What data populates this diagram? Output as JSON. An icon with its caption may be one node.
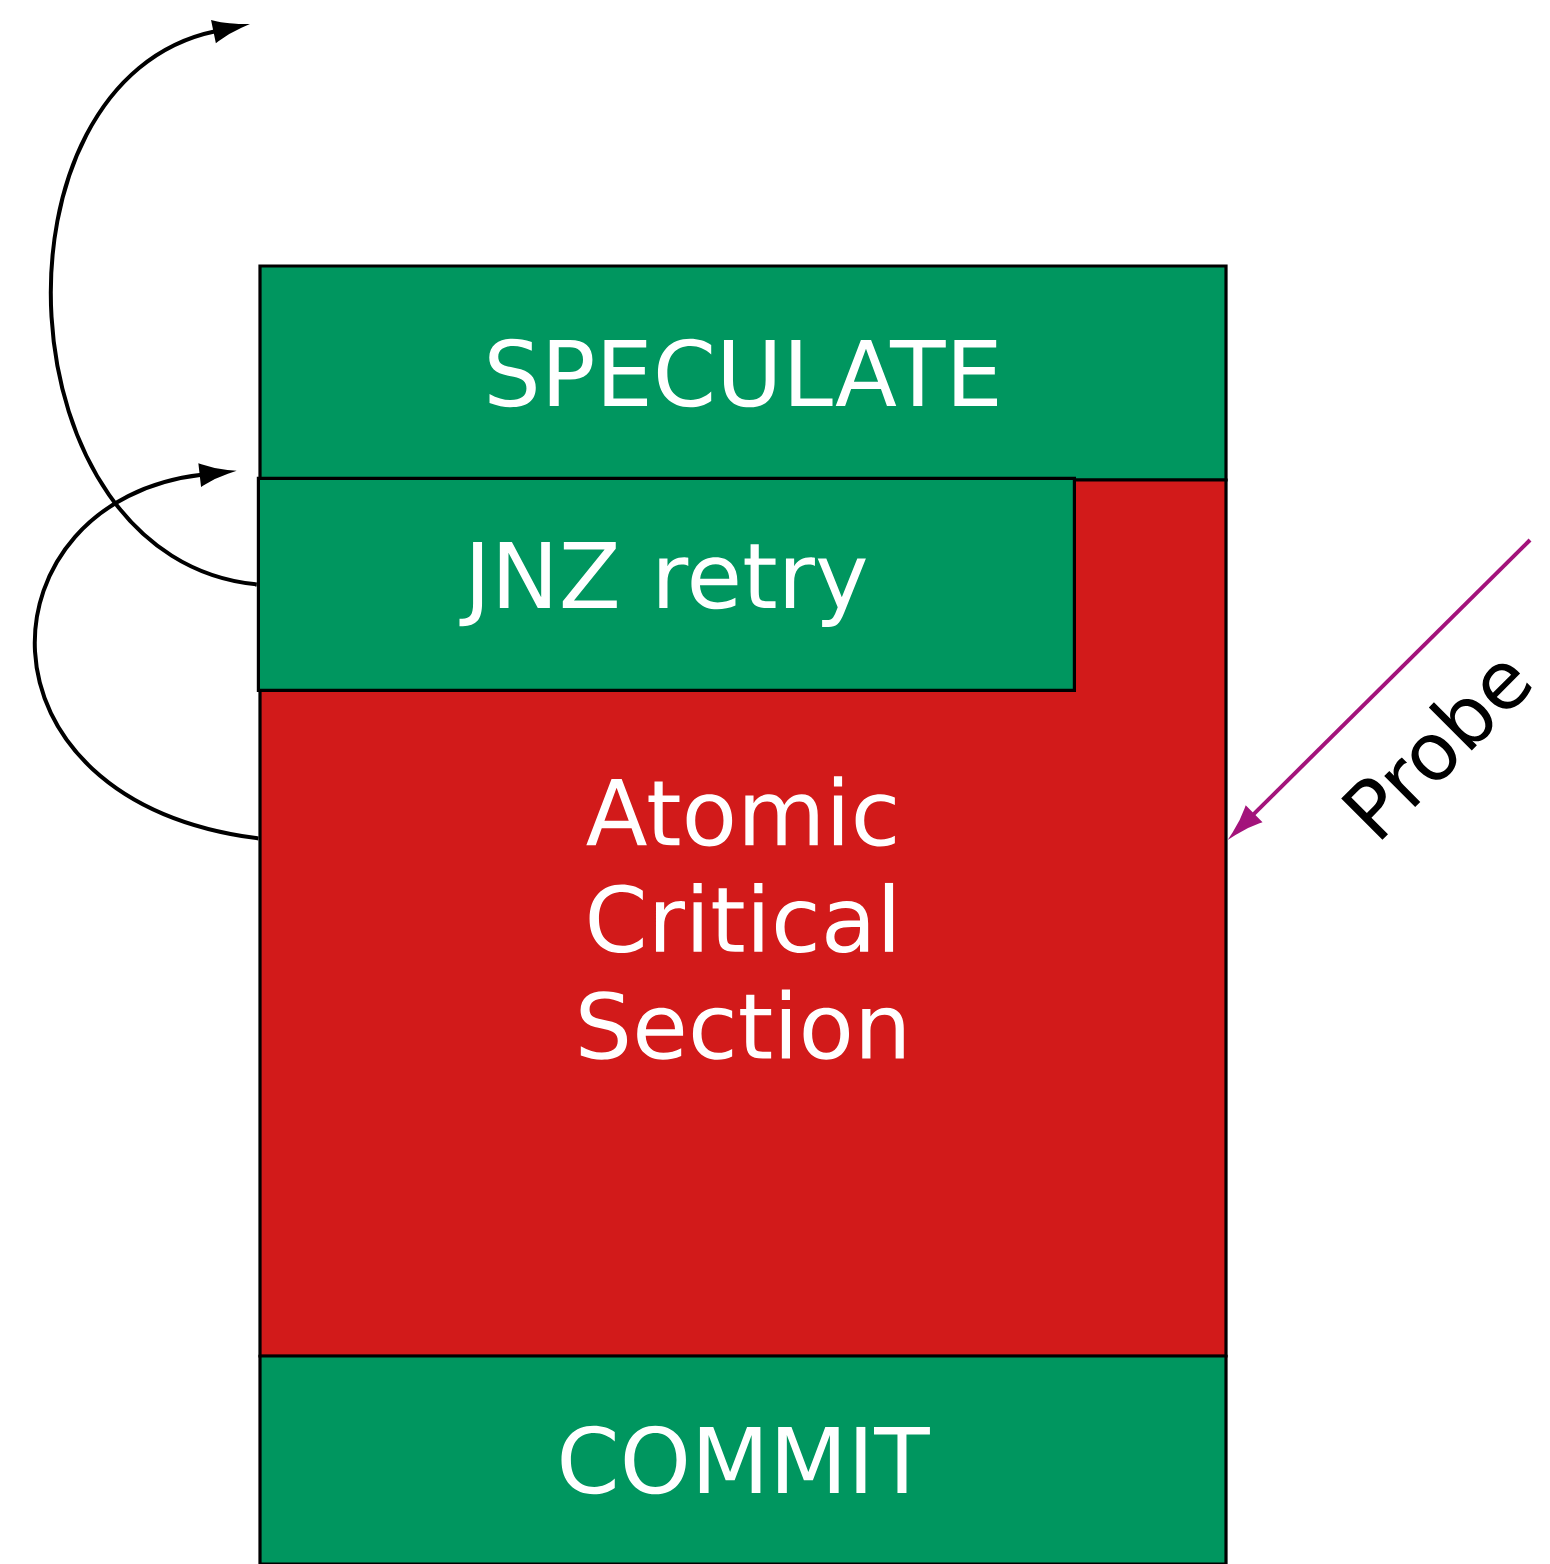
{
  "diagram": {
    "nodes": [
      {
        "text": [
          "SPECULATE"
        ]
      },
      {
        "text": [
          "Atomic Critical Section"
        ]
      },
      {
        "text": [
          "JNZ retry"
        ],
        "in": 1
      },
      {
        "text": [
          "COMMIT"
        ]
      }
    ],
    "edges": [
      {
        "from": 2,
        "to": null,
        "arrow": "to"
      },
      {
        "from": 1,
        "to": 2,
        "arrow": "to"
      },
      {
        "from": null,
        "to": 1,
        "arrow": "to",
        "label": "Probe",
        "color": "#a3137b"
      }
    ]
  }
}
